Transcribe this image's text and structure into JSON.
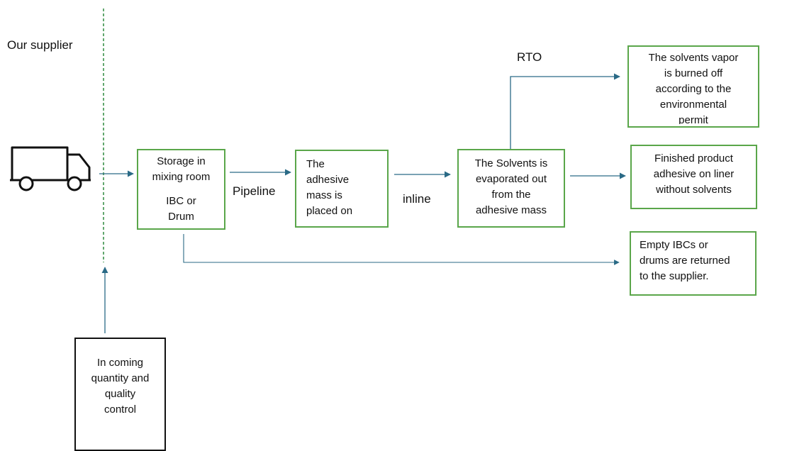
{
  "supplier_label": "Our supplier",
  "rto_label": "RTO",
  "pipeline_label": "Pipeline",
  "inline_label": "inline",
  "storage": {
    "lines": [
      "Storage in",
      "mixing room",
      "",
      "IBC or",
      "Drum"
    ]
  },
  "adhesive_mass": {
    "lines": [
      "The",
      "adhesive",
      "mass is",
      "placed on"
    ]
  },
  "evaporation": {
    "lines": [
      "The Solvents is",
      "evaporated out",
      "from the",
      "adhesive  mass"
    ]
  },
  "solvent_vapor": {
    "lines": [
      "The solvents vapor",
      "is burned off",
      "according to the",
      "environmental",
      "permit"
    ]
  },
  "finished_product": {
    "lines": [
      "Finished product",
      "adhesive on liner",
      "without solvents"
    ]
  },
  "empty_ibcs": {
    "lines": [
      "Empty IBCs or",
      "drums are returned",
      "to the supplier."
    ]
  },
  "incoming_control": {
    "lines": [
      "In coming",
      "quantity and",
      "quality",
      "control"
    ]
  },
  "icons": {
    "truck": "truck-icon"
  },
  "colors": {
    "box_border": "#5aa64a",
    "arrow": "#2a6a86",
    "divider": "#2e8a3e"
  }
}
